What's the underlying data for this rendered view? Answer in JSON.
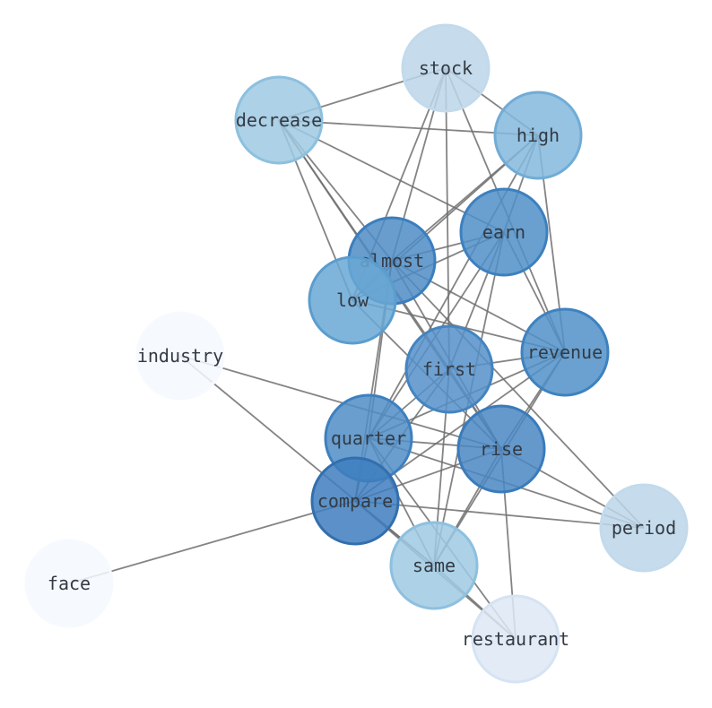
{
  "graph": {
    "nodes": [
      {
        "id": "stock",
        "label": "stock",
        "fill": "#bcd6e9",
        "stroke": "#c2daec"
      },
      {
        "id": "decrease",
        "label": "decrease",
        "fill": "#9fc9e2",
        "stroke": "#8dc0df"
      },
      {
        "id": "high",
        "label": "high",
        "fill": "#84b8dc",
        "stroke": "#70acd6"
      },
      {
        "id": "earn",
        "label": "earn",
        "fill": "#4f8fc8",
        "stroke": "#3d80bf"
      },
      {
        "id": "almost",
        "label": "almost",
        "fill": "#4d8cc6",
        "stroke": "#3b7ebd"
      },
      {
        "id": "low",
        "label": "low",
        "fill": "#6aa8d5",
        "stroke": "#5a9dcf"
      },
      {
        "id": "industry",
        "label": "industry",
        "fill": "#f4f9fe",
        "stroke": "#f6fafe"
      },
      {
        "id": "first",
        "label": "first",
        "fill": "#5591c9",
        "stroke": "#4384c1"
      },
      {
        "id": "revenue",
        "label": "revenue",
        "fill": "#5090c8",
        "stroke": "#3e82c0"
      },
      {
        "id": "quarter",
        "label": "quarter",
        "fill": "#4f8dc6",
        "stroke": "#3d80bf"
      },
      {
        "id": "rise",
        "label": "rise",
        "fill": "#4a87c3",
        "stroke": "#3a7bbb"
      },
      {
        "id": "compare",
        "label": "compare",
        "fill": "#3e7ebe",
        "stroke": "#336fae"
      },
      {
        "id": "period",
        "label": "period",
        "fill": "#bcd6e9",
        "stroke": "#c2daec"
      },
      {
        "id": "face",
        "label": "face",
        "fill": "#f4f9fe",
        "stroke": "#f6fafe"
      },
      {
        "id": "same",
        "label": "same",
        "fill": "#9fc9e2",
        "stroke": "#8dc0df"
      },
      {
        "id": "restaurant",
        "label": "restaurant",
        "fill": "#dde7f5",
        "stroke": "#d6e3f3"
      }
    ],
    "edges": [
      [
        "stock",
        "decrease"
      ],
      [
        "stock",
        "high"
      ],
      [
        "stock",
        "almost"
      ],
      [
        "stock",
        "low"
      ],
      [
        "stock",
        "revenue"
      ],
      [
        "stock",
        "first"
      ],
      [
        "decrease",
        "high"
      ],
      [
        "decrease",
        "earn"
      ],
      [
        "decrease",
        "almost"
      ],
      [
        "decrease",
        "low"
      ],
      [
        "decrease",
        "rise"
      ],
      [
        "decrease",
        "first"
      ],
      [
        "high",
        "almost"
      ],
      [
        "high",
        "low"
      ],
      [
        "high",
        "earn"
      ],
      [
        "high",
        "revenue"
      ],
      [
        "high",
        "quarter"
      ],
      [
        "earn",
        "almost"
      ],
      [
        "earn",
        "low"
      ],
      [
        "earn",
        "revenue"
      ],
      [
        "earn",
        "first"
      ],
      [
        "earn",
        "quarter"
      ],
      [
        "earn",
        "same"
      ],
      [
        "almost",
        "low"
      ],
      [
        "almost",
        "revenue"
      ],
      [
        "almost",
        "rise"
      ],
      [
        "almost",
        "quarter"
      ],
      [
        "almost",
        "compare"
      ],
      [
        "almost",
        "period"
      ],
      [
        "low",
        "revenue"
      ],
      [
        "low",
        "rise"
      ],
      [
        "industry",
        "rise"
      ],
      [
        "industry",
        "same"
      ],
      [
        "first",
        "revenue"
      ],
      [
        "first",
        "quarter"
      ],
      [
        "first",
        "rise"
      ],
      [
        "first",
        "compare"
      ],
      [
        "first",
        "same"
      ],
      [
        "revenue",
        "quarter"
      ],
      [
        "revenue",
        "rise"
      ],
      [
        "revenue",
        "compare"
      ],
      [
        "revenue",
        "same"
      ],
      [
        "quarter",
        "rise"
      ],
      [
        "quarter",
        "compare"
      ],
      [
        "quarter",
        "same"
      ],
      [
        "quarter",
        "period"
      ],
      [
        "quarter",
        "restaurant"
      ],
      [
        "rise",
        "compare"
      ],
      [
        "rise",
        "same"
      ],
      [
        "rise",
        "period"
      ],
      [
        "rise",
        "restaurant"
      ],
      [
        "compare",
        "period"
      ],
      [
        "compare",
        "same"
      ],
      [
        "compare",
        "face"
      ],
      [
        "compare",
        "restaurant"
      ],
      [
        "same",
        "restaurant"
      ]
    ]
  }
}
